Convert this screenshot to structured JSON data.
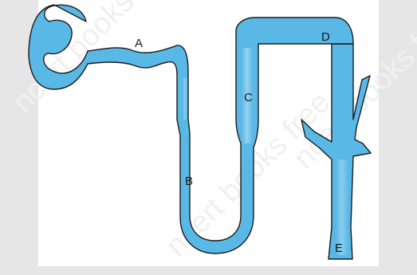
{
  "diagram": {
    "labels": {
      "a": "A",
      "b": "B",
      "c": "C",
      "d": "D",
      "e": "E"
    }
  },
  "watermark": {
    "text": "ncert books free"
  },
  "colors": {
    "tube_fill": "#5ab8e6",
    "tube_outline": "#1b1b1b",
    "tube_highlight": "#c6e9f8",
    "background": "#e6e6e6",
    "panel": "#ffffff"
  }
}
